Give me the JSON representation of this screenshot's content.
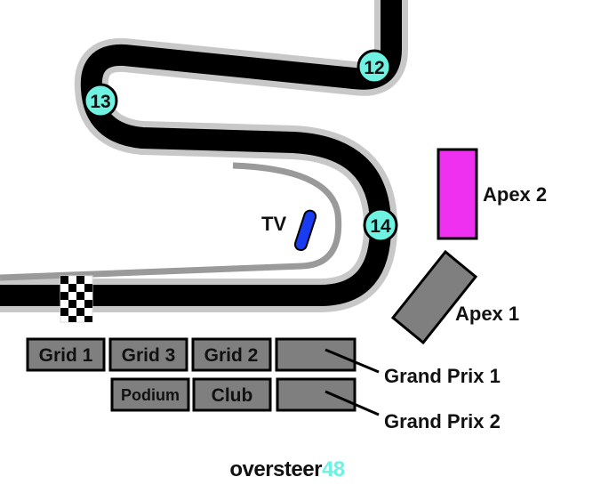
{
  "map": {
    "corners": [
      {
        "number": "12"
      },
      {
        "number": "13"
      },
      {
        "number": "14"
      }
    ],
    "tv_label": "TV",
    "grandstands": {
      "grid_1": "Grid 1",
      "grid_3": "Grid 3",
      "grid_2": "Grid 2",
      "podium": "Podium",
      "club": "Club",
      "grand_prix_1": "Grand Prix 1",
      "grand_prix_2": "Grand Prix 2",
      "apex_1": "Apex 1",
      "apex_2": "Apex 2"
    },
    "colors": {
      "track": "#000000",
      "track_edge": "#c8c8c8",
      "corner_badge": "#6ff2e2",
      "stand": "#7f7f7f",
      "apex_2": "#f030f0",
      "tv": "#1a3cf0",
      "logo_accent": "#6ff2e2"
    }
  },
  "logo": {
    "word": "oversteer",
    "number": "48"
  }
}
